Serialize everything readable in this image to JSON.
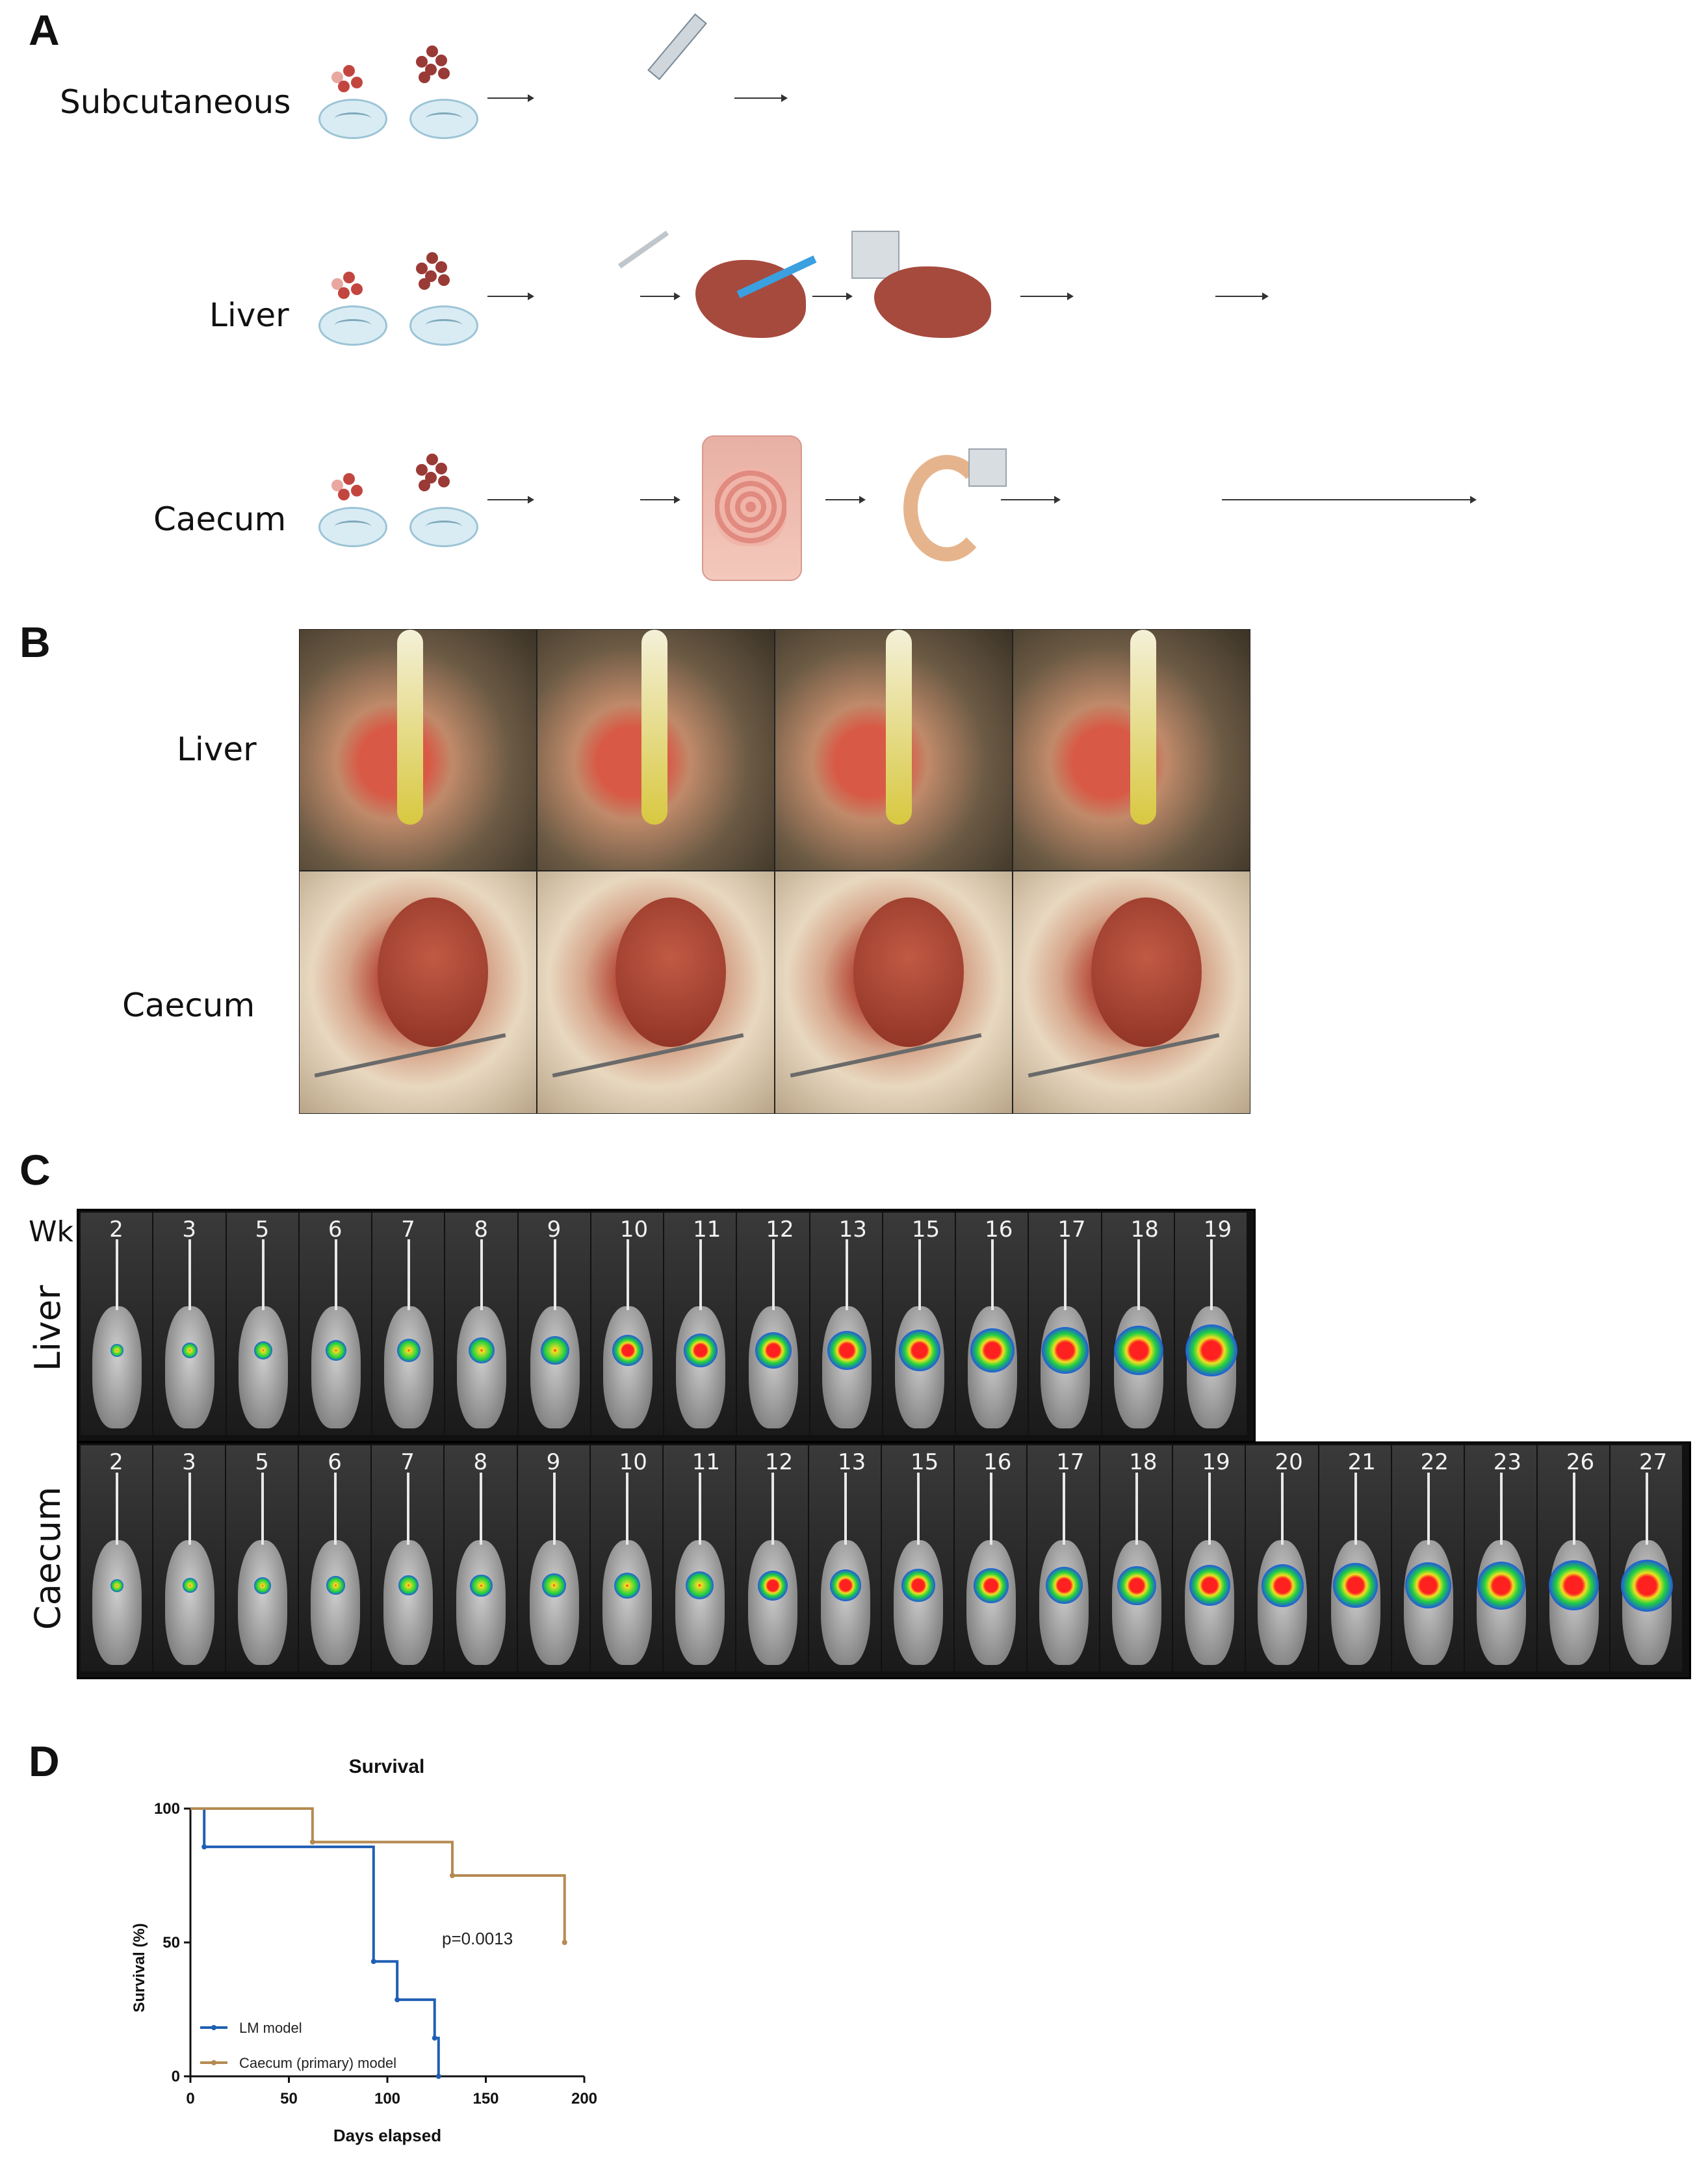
{
  "panels": {
    "a": {
      "letter": "A",
      "rows": [
        "Subcutaneous",
        "Liver",
        "Caecum"
      ]
    },
    "b": {
      "letter": "B",
      "rows": [
        "Liver",
        "Caecum"
      ]
    },
    "c": {
      "letter": "C",
      "week_label": "Wk",
      "liver": {
        "label": "Liver",
        "weeks": [
          "2",
          "3",
          "5",
          "6",
          "7",
          "8",
          "9",
          "10",
          "11",
          "12",
          "13",
          "15",
          "16",
          "17",
          "18",
          "19"
        ]
      },
      "caecum": {
        "label": "Caecum",
        "weeks": [
          "2",
          "3",
          "5",
          "6",
          "7",
          "8",
          "9",
          "10",
          "11",
          "12",
          "13",
          "15",
          "16",
          "17",
          "18",
          "19",
          "20",
          "21",
          "22",
          "23",
          "26",
          "27"
        ]
      }
    },
    "d": {
      "letter": "D"
    }
  },
  "colors": {
    "lm_model": "#1f5fb4",
    "caecum_model": "#b58a52"
  },
  "chart_data": {
    "type": "line",
    "title": "Survival",
    "xlabel": "Days elapsed",
    "ylabel": "Survival (%)",
    "xlim": [
      0,
      200
    ],
    "ylim": [
      0,
      100
    ],
    "xticks": [
      "0",
      "50",
      "100",
      "150",
      "200"
    ],
    "yticks": [
      "0",
      "50",
      "100"
    ],
    "annotation": "p=0.0013",
    "series": [
      {
        "name": "LM model",
        "step": true,
        "x": [
          0,
          7,
          93,
          105,
          124,
          126
        ],
        "y": [
          100,
          85.7,
          42.9,
          28.6,
          14.3,
          0
        ]
      },
      {
        "name": "Caecum  (primary) model",
        "step": true,
        "x": [
          0,
          62,
          133,
          190
        ],
        "y": [
          100,
          87.5,
          75,
          50
        ]
      }
    ],
    "legend_position": "bottom-left"
  }
}
